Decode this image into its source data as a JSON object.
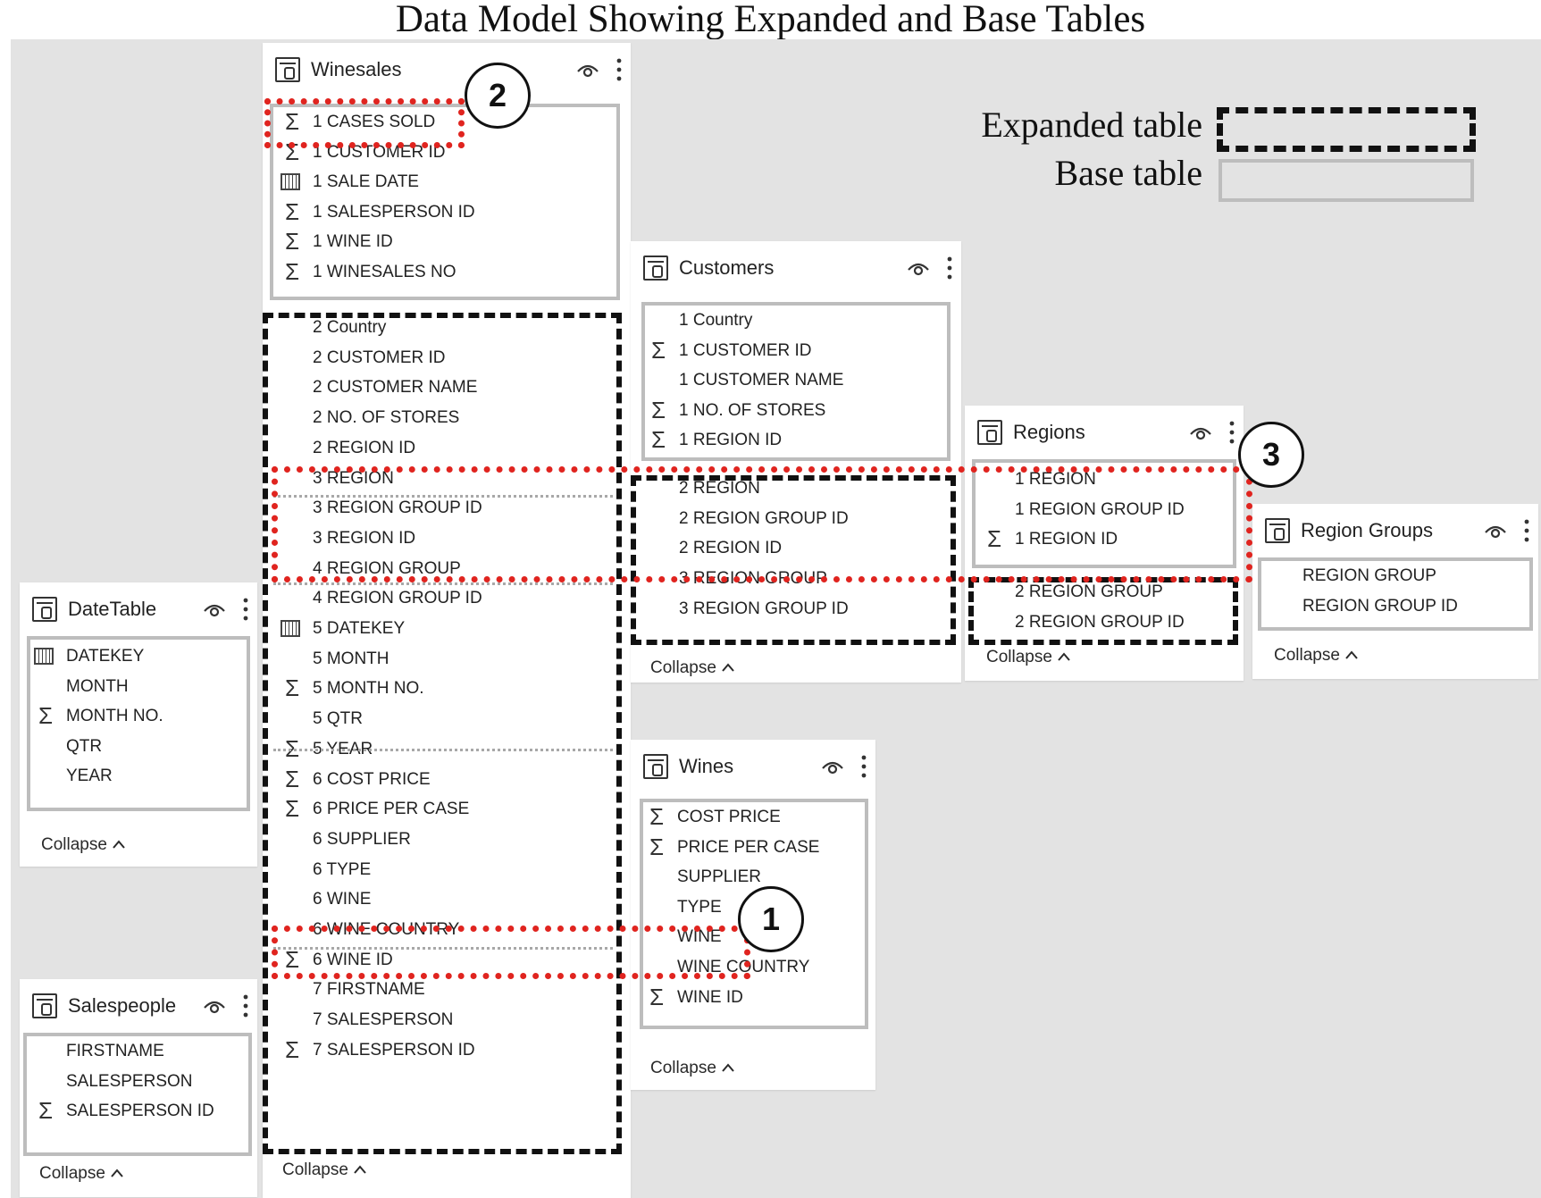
{
  "title": "Data Model Showing Expanded and Base Tables",
  "legend": {
    "expanded_label": "Expanded table",
    "base_label": "Base table"
  },
  "callouts": [
    "1",
    "2",
    "3"
  ],
  "collapse_label": "Collapse",
  "icons": {
    "table": "table-icon",
    "visibility": "eye-icon",
    "more": "more-vertical-icon",
    "sum": "Σ",
    "date": "calendar-icon",
    "chevron": "chevron-up-icon"
  },
  "colors": {
    "expanded_border": "#111111",
    "base_border": "#bdbdbd",
    "highlight": "#e0241f"
  },
  "tables": {
    "winesales": {
      "title": "Winesales",
      "base_rows": [
        {
          "icon": "Σ",
          "name": "1 CASES SOLD"
        },
        {
          "icon": "Σ",
          "name": "1 CUSTOMER ID"
        },
        {
          "icon": "cal",
          "name": "1 SALE DATE"
        },
        {
          "icon": "Σ",
          "name": "1 SALESPERSON ID"
        },
        {
          "icon": "Σ",
          "name": "1 WINE ID"
        },
        {
          "icon": "Σ",
          "name": "1 WINESALES NO"
        }
      ],
      "expanded_rows": [
        {
          "icon": "",
          "name": "2 Country"
        },
        {
          "icon": "",
          "name": "2 CUSTOMER ID"
        },
        {
          "icon": "",
          "name": "2 CUSTOMER NAME"
        },
        {
          "icon": "",
          "name": "2 NO. OF STORES"
        },
        {
          "icon": "",
          "name": "2 REGION ID"
        },
        {
          "icon": "",
          "name": "3 REGION"
        },
        {
          "icon": "",
          "name": "3 REGION GROUP ID"
        },
        {
          "icon": "",
          "name": "3 REGION ID"
        },
        {
          "icon": "",
          "name": "4 REGION GROUP"
        },
        {
          "icon": "",
          "name": "4 REGION GROUP ID"
        },
        {
          "icon": "cal",
          "name": "5 DATEKEY"
        },
        {
          "icon": "",
          "name": "5 MONTH"
        },
        {
          "icon": "Σ",
          "name": "5 MONTH NO."
        },
        {
          "icon": "",
          "name": "5 QTR"
        },
        {
          "icon": "Σ",
          "name": "5 YEAR"
        },
        {
          "icon": "Σ",
          "name": "6 COST PRICE"
        },
        {
          "icon": "Σ",
          "name": "6 PRICE PER CASE"
        },
        {
          "icon": "",
          "name": "6 SUPPLIER"
        },
        {
          "icon": "",
          "name": "6 TYPE"
        },
        {
          "icon": "",
          "name": "6 WINE"
        },
        {
          "icon": "",
          "name": "6 WINE COUNTRY"
        },
        {
          "icon": "Σ",
          "name": "6 WINE ID"
        },
        {
          "icon": "",
          "name": "7 FIRSTNAME"
        },
        {
          "icon": "",
          "name": "7 SALESPERSON"
        },
        {
          "icon": "Σ",
          "name": "7 SALESPERSON ID"
        }
      ]
    },
    "customers": {
      "title": "Customers",
      "base_rows": [
        {
          "icon": "",
          "name": "1 Country"
        },
        {
          "icon": "Σ",
          "name": "1 CUSTOMER ID"
        },
        {
          "icon": "",
          "name": "1 CUSTOMER NAME"
        },
        {
          "icon": "Σ",
          "name": "1 NO. OF STORES"
        },
        {
          "icon": "Σ",
          "name": "1 REGION ID"
        }
      ],
      "expanded_rows": [
        {
          "icon": "",
          "name": "2 REGION"
        },
        {
          "icon": "",
          "name": "2 REGION GROUP ID"
        },
        {
          "icon": "",
          "name": "2 REGION ID"
        },
        {
          "icon": "",
          "name": "3 REGION GROUP"
        },
        {
          "icon": "",
          "name": "3 REGION GROUP ID"
        }
      ]
    },
    "regions": {
      "title": "Regions",
      "base_rows": [
        {
          "icon": "",
          "name": "1 REGION"
        },
        {
          "icon": "",
          "name": "1 REGION GROUP ID"
        },
        {
          "icon": "Σ",
          "name": "1 REGION ID"
        }
      ],
      "expanded_rows": [
        {
          "icon": "",
          "name": "2 REGION GROUP"
        },
        {
          "icon": "",
          "name": "2 REGION GROUP ID"
        }
      ]
    },
    "region_groups": {
      "title": "Region Groups",
      "base_rows": [
        {
          "icon": "",
          "name": "REGION GROUP"
        },
        {
          "icon": "",
          "name": "REGION GROUP ID"
        }
      ]
    },
    "datetable": {
      "title": "DateTable",
      "base_rows": [
        {
          "icon": "cal",
          "name": "DATEKEY"
        },
        {
          "icon": "",
          "name": "MONTH"
        },
        {
          "icon": "Σ",
          "name": "MONTH NO."
        },
        {
          "icon": "",
          "name": "QTR"
        },
        {
          "icon": "",
          "name": "YEAR"
        }
      ]
    },
    "wines": {
      "title": "Wines",
      "base_rows": [
        {
          "icon": "Σ",
          "name": "COST PRICE"
        },
        {
          "icon": "Σ",
          "name": "PRICE PER CASE"
        },
        {
          "icon": "",
          "name": "SUPPLIER"
        },
        {
          "icon": "",
          "name": "TYPE"
        },
        {
          "icon": "",
          "name": "WINE"
        },
        {
          "icon": "",
          "name": "WINE COUNTRY"
        },
        {
          "icon": "Σ",
          "name": "WINE ID"
        }
      ]
    },
    "salespeople": {
      "title": "Salespeople",
      "base_rows": [
        {
          "icon": "",
          "name": "FIRSTNAME"
        },
        {
          "icon": "",
          "name": "SALESPERSON"
        },
        {
          "icon": "Σ",
          "name": "SALESPERSON ID"
        }
      ]
    }
  }
}
